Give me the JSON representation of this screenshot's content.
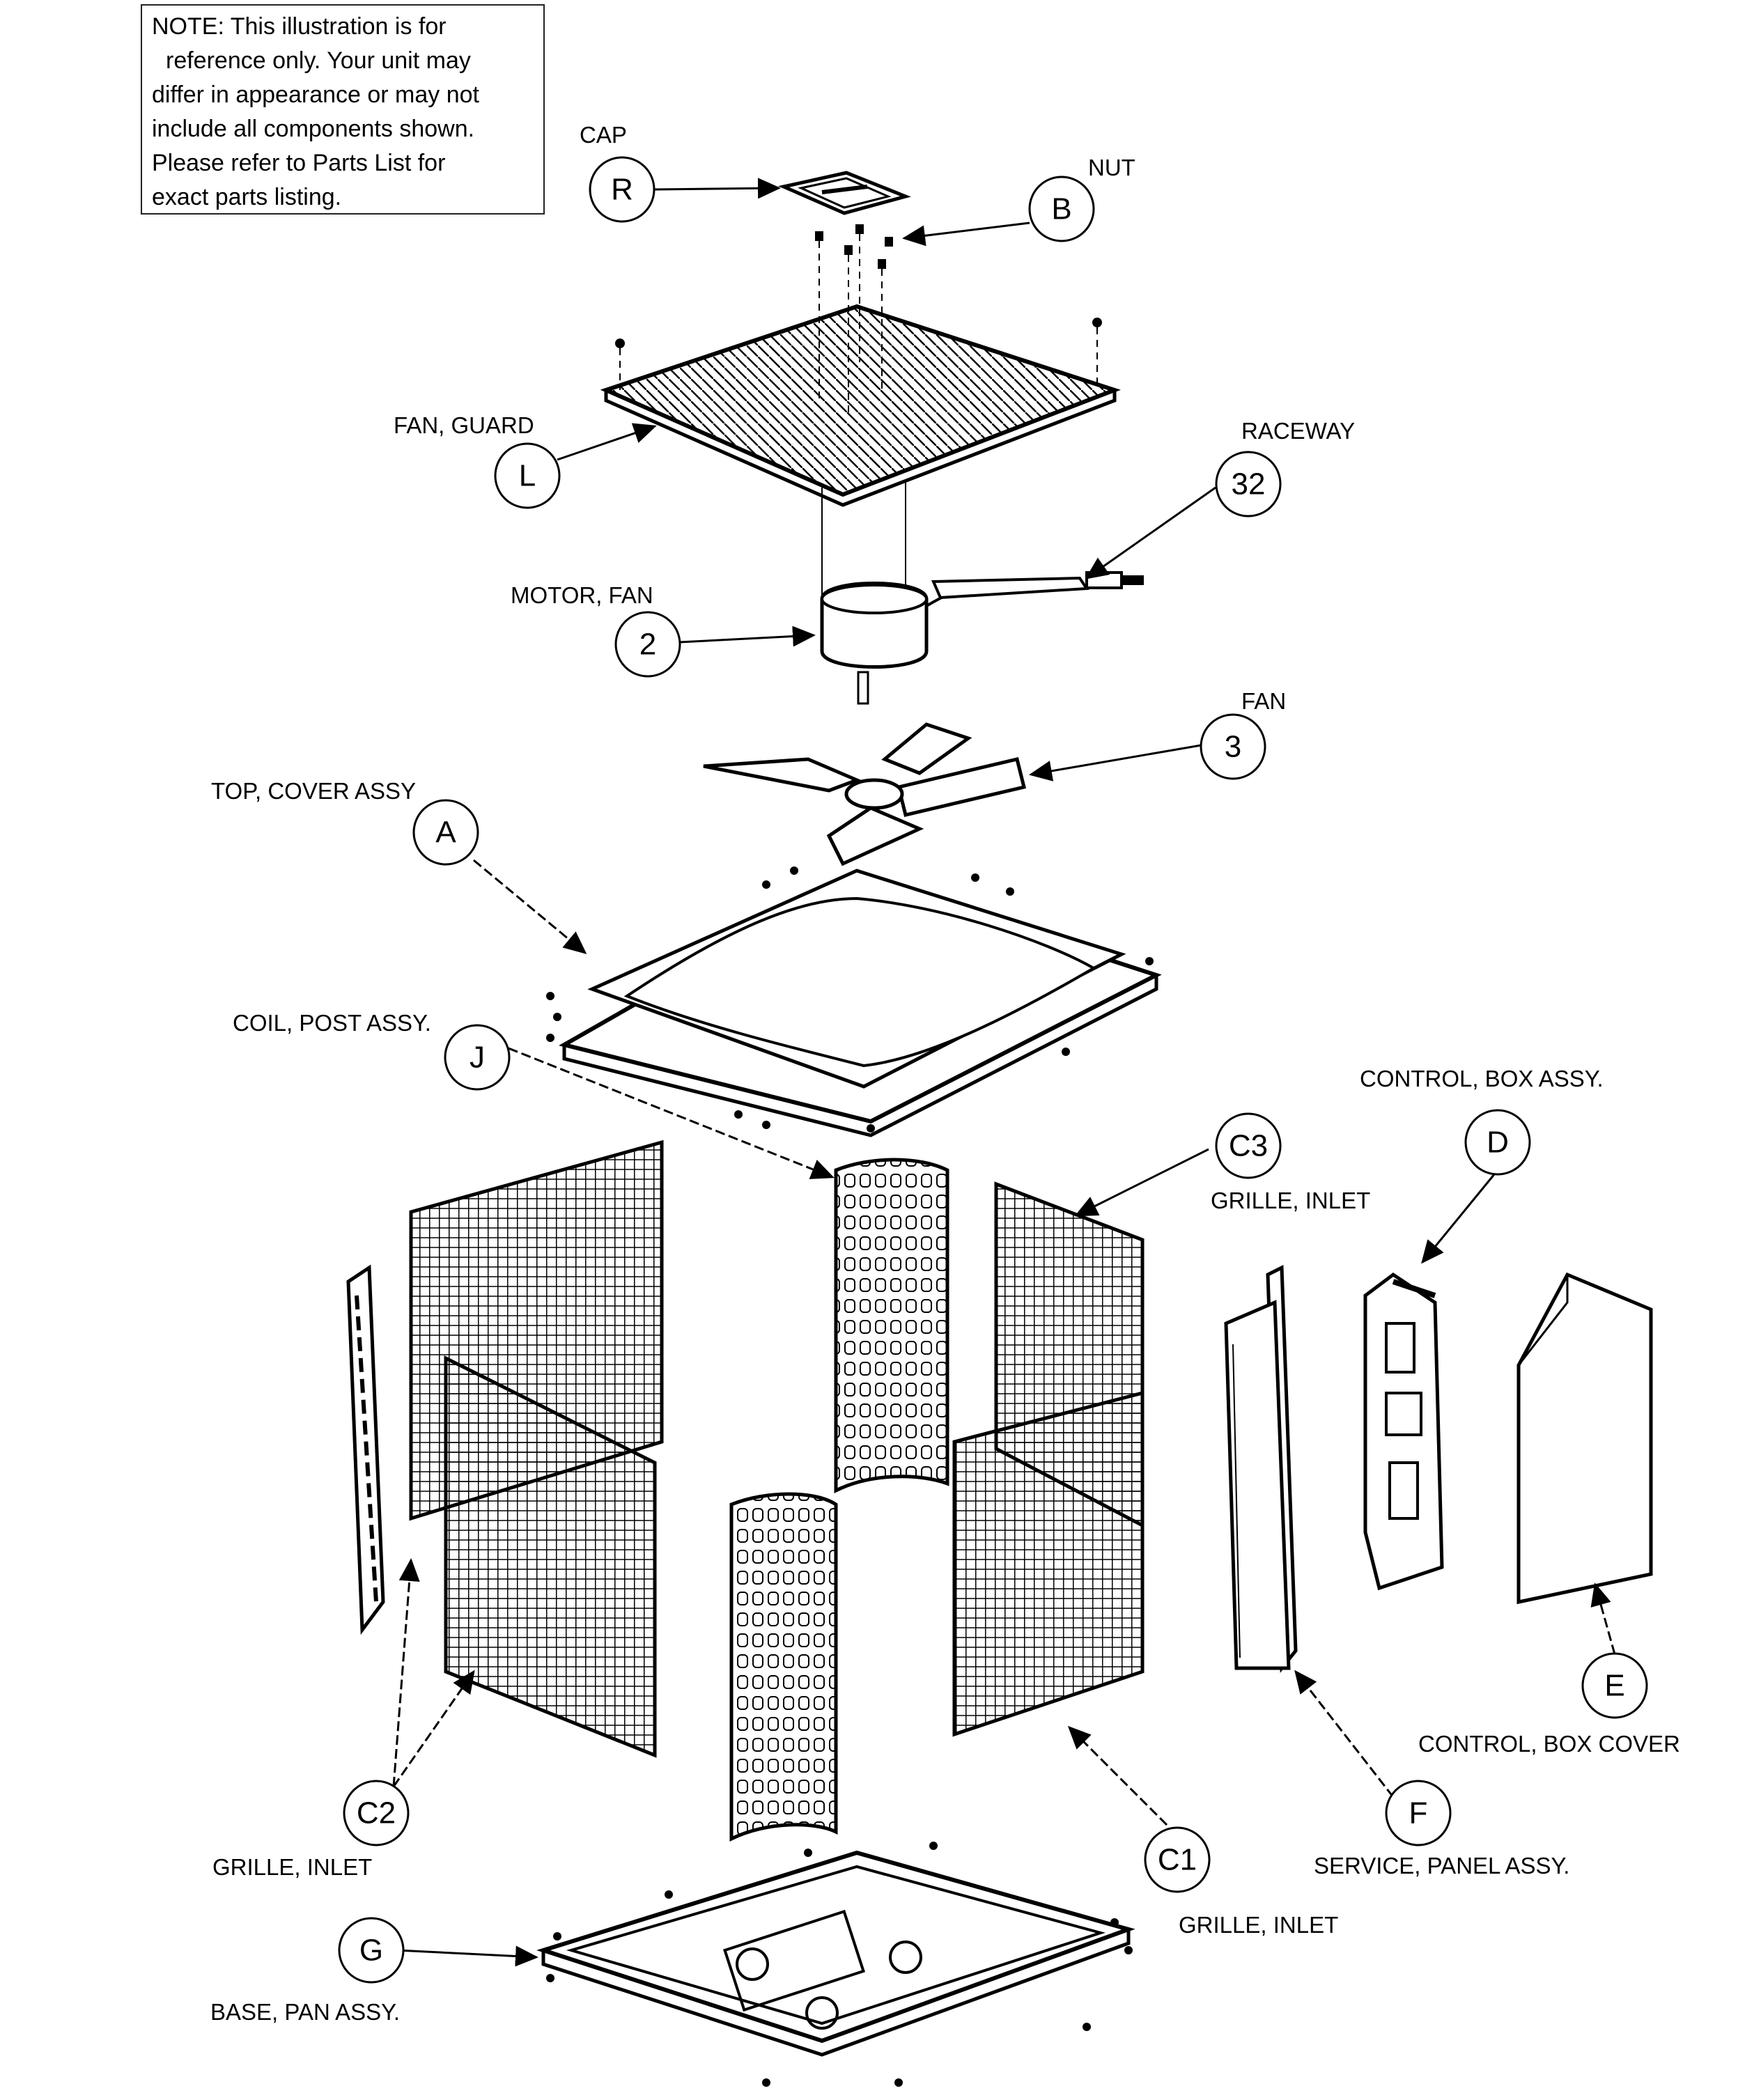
{
  "note": {
    "lines": [
      "NOTE: This illustration is for",
      "reference only.  Your unit may",
      "differ in appearance or may not",
      "include all components shown.",
      "Please refer to Parts List for",
      "exact parts listing."
    ]
  },
  "callouts": {
    "R": {
      "id": "R",
      "label": "CAP"
    },
    "B": {
      "id": "B",
      "label": "NUT"
    },
    "L": {
      "id": "L",
      "label": "FAN, GUARD"
    },
    "32": {
      "id": "32",
      "label": "RACEWAY"
    },
    "2": {
      "id": "2",
      "label": "MOTOR, FAN"
    },
    "3": {
      "id": "3",
      "label": "FAN"
    },
    "A": {
      "id": "A",
      "label": "TOP, COVER ASSY"
    },
    "J": {
      "id": "J",
      "label": "COIL, POST ASSY."
    },
    "C3": {
      "id": "C3",
      "label": "GRILLE, INLET"
    },
    "D": {
      "id": "D",
      "label": "CONTROL, BOX ASSY."
    },
    "E": {
      "id": "E",
      "label": "CONTROL, BOX COVER"
    },
    "F": {
      "id": "F",
      "label": "SERVICE, PANEL ASSY."
    },
    "C2": {
      "id": "C2",
      "label": "GRILLE, INLET"
    },
    "C1": {
      "id": "C1",
      "label": "GRILLE, INLET"
    },
    "G": {
      "id": "G",
      "label": "BASE, PAN ASSY."
    }
  }
}
